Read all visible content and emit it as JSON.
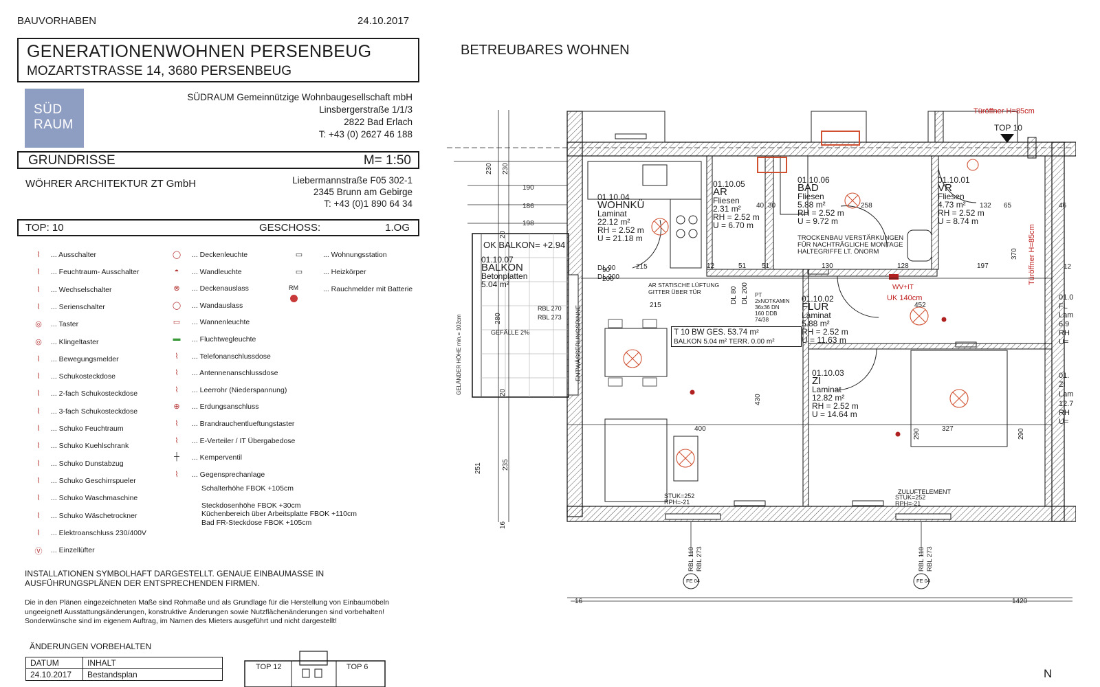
{
  "header": {
    "project_label": "BAUVORHABEN",
    "date": "24.10.2017",
    "title_line1": "GENERATIONENWOHNEN PERSENBEUG",
    "title_line2": "MOZARTSTRASSE 14, 3680 PERSENBEUG",
    "view_title": "BETREUBARES WOHNEN"
  },
  "logo": {
    "line1": "SÜD",
    "line2": "RAUM",
    "color": "#8e9dc2"
  },
  "client": {
    "name": "SÜDRAUM Gemeinnützige Wohnbaugesellschaft mbH",
    "street": "Linsbergerstraße 1/1/3",
    "city": "2822 Bad Erlach",
    "phone": "T: +43 (0) 2627 46 188"
  },
  "drawing": {
    "type": "GRUNDRISSE",
    "scale": "M= 1:50"
  },
  "architect": {
    "name": "WÖHRER ARCHITEKTUR ZT GmbH",
    "street": "Liebermannstraße F05 302-1",
    "city": "2345 Brunn am Gebirge",
    "phone": "T: +43 (0)1 890 64 34"
  },
  "unit": {
    "top": "TOP:  10",
    "geschoss_label": "GESCHOSS:",
    "geschoss": "1.OG"
  },
  "legend_col1": [
    {
      "icon": "switch-icon",
      "label": "... Ausschalter"
    },
    {
      "icon": "wet-switch-icon",
      "label": "... Feuchtraum- Ausschalter"
    },
    {
      "icon": "changeover-switch-icon",
      "label": "... Wechselschalter"
    },
    {
      "icon": "series-switch-icon",
      "label": "... Serienschalter"
    },
    {
      "icon": "button-icon",
      "label": "... Taster"
    },
    {
      "icon": "bell-button-icon",
      "label": "... Klingeltaster"
    },
    {
      "icon": "motion-sensor-icon",
      "label": "... Bewegungsmelder"
    },
    {
      "icon": "socket-icon",
      "label": "... Schukosteckdose"
    },
    {
      "icon": "double-socket-icon",
      "label": "... 2-fach Schukosteckdose"
    },
    {
      "icon": "triple-socket-icon",
      "label": "... 3-fach Schukosteckdose"
    },
    {
      "icon": "wet-socket-icon",
      "label": "... Schuko Feuchtraum"
    },
    {
      "icon": "fridge-socket-icon",
      "label": "... Schuko Kuehlschrank"
    },
    {
      "icon": "hood-socket-icon",
      "label": "... Schuko Dunstabzug"
    },
    {
      "icon": "dishwasher-socket-icon",
      "label": "... Schuko Geschirrspueler"
    },
    {
      "icon": "washer-socket-icon",
      "label": "... Schuko Waschmaschine"
    },
    {
      "icon": "dryer-socket-icon",
      "label": "... Schuko Wäschetrockner"
    },
    {
      "icon": "power-connection-icon",
      "label": "... Elektroanschluss 230/400V"
    },
    {
      "icon": "fan-icon",
      "label": "... Einzellüfter"
    }
  ],
  "legend_col2": [
    {
      "icon": "ceiling-light-icon",
      "label": "... Deckenleuchte"
    },
    {
      "icon": "wall-light-icon",
      "label": "... Wandleuchte"
    },
    {
      "icon": "ceiling-outlet-icon",
      "label": "... Deckenauslass"
    },
    {
      "icon": "wall-outlet-icon",
      "label": "... Wandauslass"
    },
    {
      "icon": "tub-light-icon",
      "label": "... Wannenleuchte"
    },
    {
      "icon": "escape-light-icon",
      "label": "... Fluchtwegleuchte"
    },
    {
      "icon": "phone-socket-icon",
      "label": "... Telefonanschlussdose"
    },
    {
      "icon": "antenna-socket-icon",
      "label": "... Antennenanschlussdose"
    },
    {
      "icon": "conduit-icon",
      "label": "... Leerrohr (Niederspannung)"
    },
    {
      "icon": "ground-icon",
      "label": "... Erdungsanschluss"
    },
    {
      "icon": "smoke-button-icon",
      "label": "... Brandrauchentlueftungstaster"
    },
    {
      "icon": "distributor-icon",
      "label": "... E-Verteiler / IT Übergabedose"
    },
    {
      "icon": "valve-icon",
      "label": "... Kemperventil"
    },
    {
      "icon": "intercom-icon",
      "label": "... Gegensprechanlage"
    }
  ],
  "legend_col3": [
    {
      "icon": "station-icon",
      "label": "... Wohnungsstation"
    },
    {
      "icon": "radiator-icon",
      "label": "... Heizkörper"
    },
    {
      "icon": "smoke-detector-icon",
      "label": "... Rauchmelder mit Batterie",
      "sym": "RM"
    }
  ],
  "heights": {
    "switch": "Schalterhöhe FBOK +105cm",
    "socket": "Steckdosenhöhe FBOK +30cm",
    "kitchen": "Küchenbereich über Arbeitsplatte FBOK +110cm",
    "bath": "Bad FR-Steckdose FBOK +105cm"
  },
  "notes": {
    "install1": "INSTALLATIONEN SYMBOLHAFT DARGESTELLT. GENAUE EINBAUMASSE IN",
    "install2": "AUSFÜHRUNGSPLÄNEN DER ENTSPRECHENDEN FIRMEN.",
    "raw1": "Die in den Plänen eingezeichneten Maße sind Rohmaße und als Grundlage für die Herstellung von Einbaumöbeln",
    "raw2": "ungeeignet! Ausstattungsänderungen, konstruktive Änderungen sowie Nutzflächenänderungen sind vorbehalten!",
    "raw3": "Sonderwünsche sind im eigenem Auftrag, im Namen des Mieters ausgeführt und nicht dargestellt!"
  },
  "changes": {
    "title": "ÄNDERUNGEN VORBEHALTEN",
    "col_date": "DATUM",
    "col_content": "INHALT",
    "rows": [
      {
        "date": "24.10.2017",
        "content": "Bestandsplan"
      }
    ]
  },
  "keyplan": {
    "top12": "TOP 12",
    "top6": "TOP 6"
  },
  "north": "N",
  "plan": {
    "top10_tag": "TOP 10",
    "door_note": "Türöffner H=85cm",
    "balcony_ok": "OK BALKON= +2.94",
    "rooms": [
      {
        "id": "01.10.04",
        "name": "WOHNKÜ",
        "floor": "Laminat",
        "area": "22.12 m²",
        "rh": "RH = 2.52 m",
        "u": "U = 21.18 m"
      },
      {
        "id": "01.10.05",
        "name": "AR",
        "floor": "Fliesen",
        "area": "2.31 m²",
        "rh": "RH = 2.52 m",
        "u": "U = 6.70 m"
      },
      {
        "id": "01.10.06",
        "name": "BAD",
        "floor": "Fliesen",
        "area": "5.88 m²",
        "rh": "RH = 2.52 m",
        "u": "U = 9.72 m"
      },
      {
        "id": "01.10.01",
        "name": "VR",
        "floor": "Fliesen",
        "area": "4.73 m²",
        "rh": "RH = 2.52 m",
        "u": "U = 8.74 m"
      },
      {
        "id": "01.10.07",
        "name": "BALKON",
        "floor": "Betonplatten",
        "area": "5.04 m²",
        "rh": "",
        "u": ""
      },
      {
        "id": "01.10.02",
        "name": "FLUR",
        "floor": "Laminat",
        "area": "5.88 m²",
        "rh": "RH = 2.52 m",
        "u": "U = 11.63 m"
      },
      {
        "id": "01.10.03",
        "name": "ZI",
        "floor": "Laminat",
        "area": "12.82 m²",
        "rh": "RH = 2.52 m",
        "u": "U = 14.64 m"
      }
    ],
    "summary1": "T 10  BW   GES. 53.74 m²",
    "summary2": "BALKON 5.04 m²   TERR. 0.00 m²",
    "trockenbau1": "TROCKENBAU VERSTÄRKUNGEN",
    "trockenbau2": "FÜR NACHTRÄGLICHE MONTAGE",
    "trockenbau3": "HALTEGRIFFE LT. ÖNORM",
    "lueftung1": "AR STATISCHE LÜFTUNG",
    "lueftung2": "GITTER ÜBER TÜR",
    "wv_it": "WV+IT",
    "uk": "UK 140cm",
    "notkamin": "PT 2xNOTKAMIN 36x36 DN 160 DDB 74/38",
    "gefaelle": "GEFÄLLE 2%",
    "rinne": "ENTWÄSSERUNGSRINNE",
    "gelaender": "GELÄNDER HÖHE min.= 102cm",
    "zuluft": "ZULUFTELEMENT",
    "stuk1": "STUK=252",
    "rph": "RPH=-21",
    "dims_h": [
      "190",
      "186",
      "198",
      "215",
      "215",
      "90",
      "200",
      "400",
      "327",
      "452",
      "258",
      "197",
      "130",
      "128",
      "51",
      "51",
      "12",
      "40",
      "30",
      "65",
      "132",
      "46",
      "1420",
      "16",
      "12"
    ],
    "dims_v": [
      "230",
      "230",
      "280",
      "251",
      "235",
      "430",
      "370",
      "290",
      "290",
      "20",
      "20",
      "16"
    ],
    "fe1": "FE 04",
    "rbl1": "RBL 110",
    "rbl2": "RBL 273",
    "rbl3": "RBL 270",
    "rbl4": "RBL 273",
    "dl_labels": [
      "DL 90",
      "DL 200",
      "DL 80",
      "DL 200"
    ],
    "right_rooms": [
      "01.0",
      "FL",
      "Lam",
      "6.9",
      "RH",
      "U=",
      "01.",
      "ZI",
      "Lam",
      "12.7",
      "RH",
      "U="
    ]
  }
}
